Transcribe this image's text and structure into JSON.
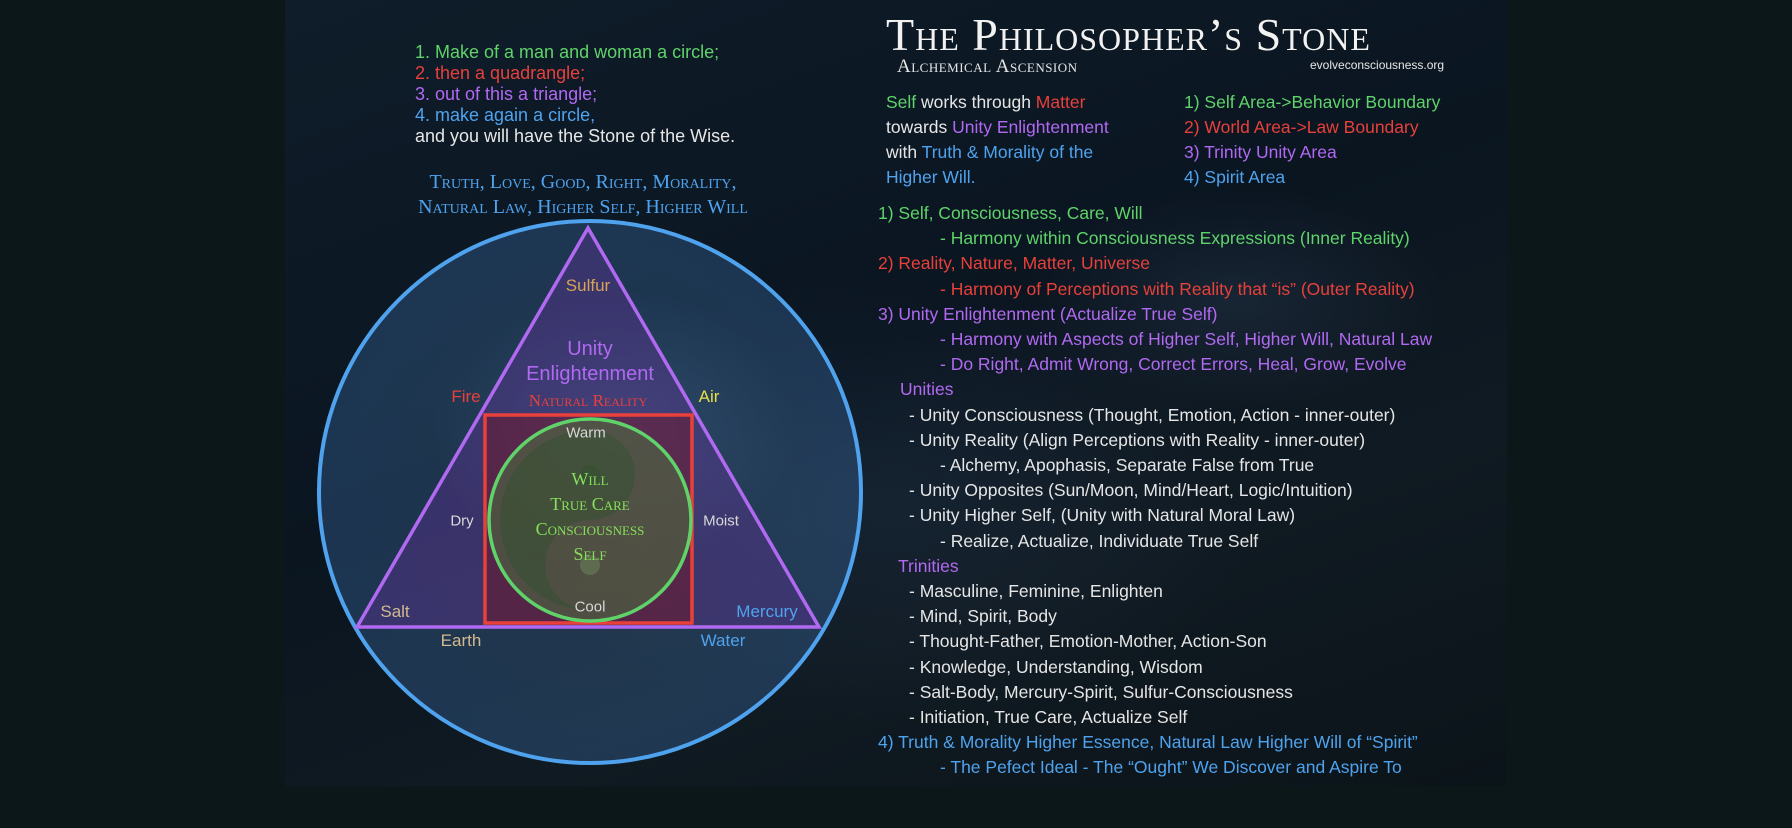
{
  "recipe": [
    {
      "text": "1. Make of a man and woman a circle;",
      "color": "#5fd36a"
    },
    {
      "text": "2. then a quadrangle;",
      "color": "#e8403a"
    },
    {
      "text": "3. out of this a triangle;",
      "color": "#b169f2"
    },
    {
      "text": "4. make again a circle,",
      "color": "#4fa3ee"
    },
    {
      "text": "and you will have the Stone of the Wise.",
      "color": "#e6e6e6"
    }
  ],
  "virtues": {
    "line1": "Truth, Love, Good, Right, Morality,",
    "line2": "Natural Law, Higher Self, Higher Will"
  },
  "diagram": {
    "unity_line1": "Unity",
    "unity_line2": "Enlightenment",
    "natural_reality": "Natural Reality",
    "core_line1": "Will",
    "core_line2": "True Care",
    "core_line3": "Consciousness",
    "core_line4": "Self",
    "sulfur": "Sulfur",
    "fire": "Fire",
    "air": "Air",
    "warm": "Warm",
    "dry": "Dry",
    "moist": "Moist",
    "cool": "Cool",
    "salt": "Salt",
    "mercury": "Mercury",
    "earth": "Earth",
    "water": "Water"
  },
  "title": "The Philosopher’s Stone",
  "subtitle": "Alchemical Ascension",
  "website": "evolveconsciousness.org",
  "intro": {
    "l1a": "Self",
    "l1b": " works through ",
    "l1c": "Matter",
    "l2a": "towards ",
    "l2b": "Unity Enlightenment",
    "l3a": "with ",
    "l3b": "Truth & Morality of the",
    "l4": "Higher Will."
  },
  "areas": {
    "a1a": "1) Self Area->",
    "a1b": "Behavior Boundary",
    "a2a": "2) World Area->",
    "a2b": "Law Boundary",
    "a3": "3) Trinity Unity Area",
    "a4": "4) Spirit Area"
  },
  "details": [
    {
      "text": "1) Self, Consciousness, Care, Will",
      "color": "#5fd36a",
      "indent": 0
    },
    {
      "text": "- Harmony within Consciousness Expressions (Inner Reality)",
      "color": "#5fd36a",
      "indent": 62
    },
    {
      "text": "2) Reality, Nature, Matter, Universe",
      "color": "#e8403a",
      "indent": 0
    },
    {
      "text": "- Harmony of Perceptions with Reality that “is” (Outer Reality)",
      "color": "#e8403a",
      "indent": 62
    },
    {
      "text": "3) Unity Enlightenment (Actualize True Self)",
      "color": "#b169f2",
      "indent": 0
    },
    {
      "text": "- Harmony with Aspects of Higher Self, Higher Will, Natural Law",
      "color": "#b169f2",
      "indent": 62
    },
    {
      "text": "- Do Right, Admit Wrong, Correct Errors, Heal, Grow, Evolve",
      "color": "#b169f2",
      "indent": 62
    },
    {
      "text": "Unities",
      "color": "#b169f2",
      "indent": 22
    },
    {
      "text": "- Unity Consciousness (Thought, Emotion, Action - inner-outer)",
      "color": "#e6e6e6",
      "indent": 31
    },
    {
      "text": "- Unity Reality (Align Perceptions with Reality - inner-outer)",
      "color": "#e6e6e6",
      "indent": 31
    },
    {
      "text": "- Alchemy, Apophasis, Separate False from True",
      "color": "#e6e6e6",
      "indent": 62
    },
    {
      "text": "- Unity Opposites (Sun/Moon, Mind/Heart, Logic/Intuition)",
      "color": "#e6e6e6",
      "indent": 31
    },
    {
      "text": "- Unity Higher Self, (Unity with Natural Moral Law)",
      "color": "#e6e6e6",
      "indent": 31
    },
    {
      "text": "- Realize, Actualize, Individuate True Self",
      "color": "#e6e6e6",
      "indent": 62
    },
    {
      "text": "Trinities",
      "color": "#b169f2",
      "indent": 20
    },
    {
      "text": "- Masculine, Feminine, Enlighten",
      "color": "#e6e6e6",
      "indent": 31
    },
    {
      "text": "- Mind, Spirit, Body",
      "color": "#e6e6e6",
      "indent": 31
    },
    {
      "text": "- Thought-Father, Emotion-Mother, Action-Son",
      "color": "#e6e6e6",
      "indent": 31
    },
    {
      "text": "- Knowledge, Understanding, Wisdom",
      "color": "#e6e6e6",
      "indent": 31
    },
    {
      "text": "- Salt-Body, Mercury-Spirit, Sulfur-Consciousness",
      "color": "#e6e6e6",
      "indent": 31
    },
    {
      "text": "- Initiation, True Care, Actualize Self",
      "color": "#e6e6e6",
      "indent": 31
    },
    {
      "text": "4) Truth & Morality Higher Essence, Natural Law Higher Will of “Spirit”",
      "color": "#4fa3ee",
      "indent": 0
    },
    {
      "text": "- The Pefect Ideal - The “Ought” We Discover and Aspire To",
      "color": "#4fa3ee",
      "indent": 62
    }
  ]
}
